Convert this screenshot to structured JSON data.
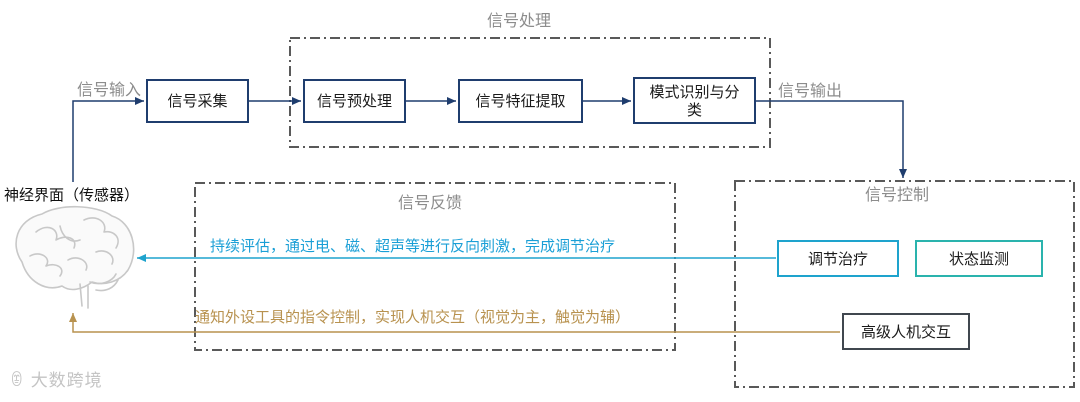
{
  "regions": {
    "processing": "信号处理",
    "feedback": "信号反馈",
    "control": "信号控制"
  },
  "flow_labels": {
    "input": "信号输入",
    "output": "信号输出"
  },
  "sensor": {
    "label": "神经界面（传感器）",
    "icon": "brain-icon"
  },
  "nodes": {
    "acquisition": "信号采集",
    "preprocess": "信号预处理",
    "feature": "信号特征提取",
    "identify": "模式识别与分类",
    "therapy": "调节治疗",
    "monitor": "状态监测",
    "interaction": "高级人机交互"
  },
  "feedback_paths": {
    "therapy": "持续评估，通过电、磁、超声等进行反向刺激，完成调节治疗",
    "interaction": "通知外设工具的指令控制，实现人机交互（视觉为主，触觉为辅）"
  },
  "colors": {
    "navy": "#1f3d6e",
    "therapy_line": "#1ea3cd",
    "monitor": "#2ab3ad",
    "interaction_line": "#b8924f",
    "region_border": "#595959"
  },
  "watermark": "大数跨境"
}
